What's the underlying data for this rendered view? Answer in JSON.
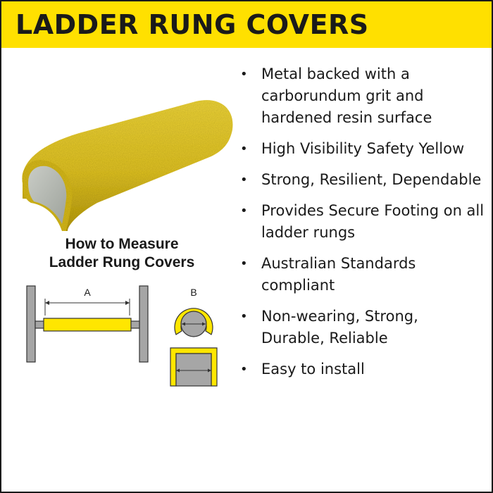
{
  "banner": {
    "title": "LADDER RUNG COVERS",
    "background_color": "#ffe000"
  },
  "product_image": {
    "icon": "rung-cover-icon",
    "color": "#e0c320"
  },
  "measure": {
    "title_line1": "How to Measure",
    "title_line2": "Ladder Rung Covers",
    "label_a": "A",
    "label_b": "B"
  },
  "features": [
    "Metal backed with a carborundum grit and hardened resin surface",
    "High Visibility Safety Yellow",
    "Strong, Resilient, Dependable",
    "Provides Secure Footing on all ladder rungs",
    "Australian Standards compliant",
    "Non-wearing, Strong, Durable, Reliable",
    "Easy to install"
  ],
  "bullet": "•"
}
